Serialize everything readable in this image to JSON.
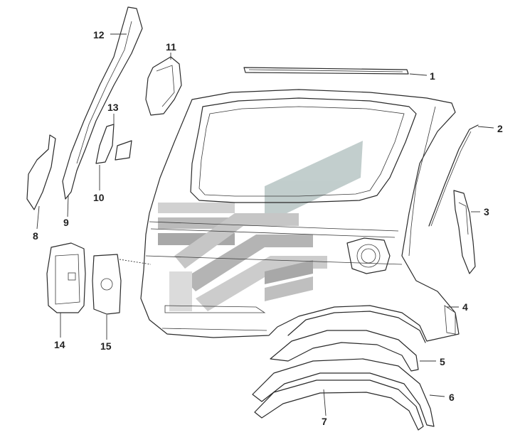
{
  "diagram": {
    "callouts": [
      "1",
      "2",
      "3",
      "4",
      "5",
      "6",
      "7",
      "8",
      "9",
      "10",
      "11",
      "12",
      "13",
      "14",
      "15"
    ]
  },
  "watermark": {
    "kind": "logo",
    "colors": {
      "dark": "#9a9a9a",
      "light": "#c9c9c9",
      "teal": "#b7c5c4"
    }
  },
  "colors": {
    "line": "#2a2a2a",
    "background": "#ffffff"
  }
}
